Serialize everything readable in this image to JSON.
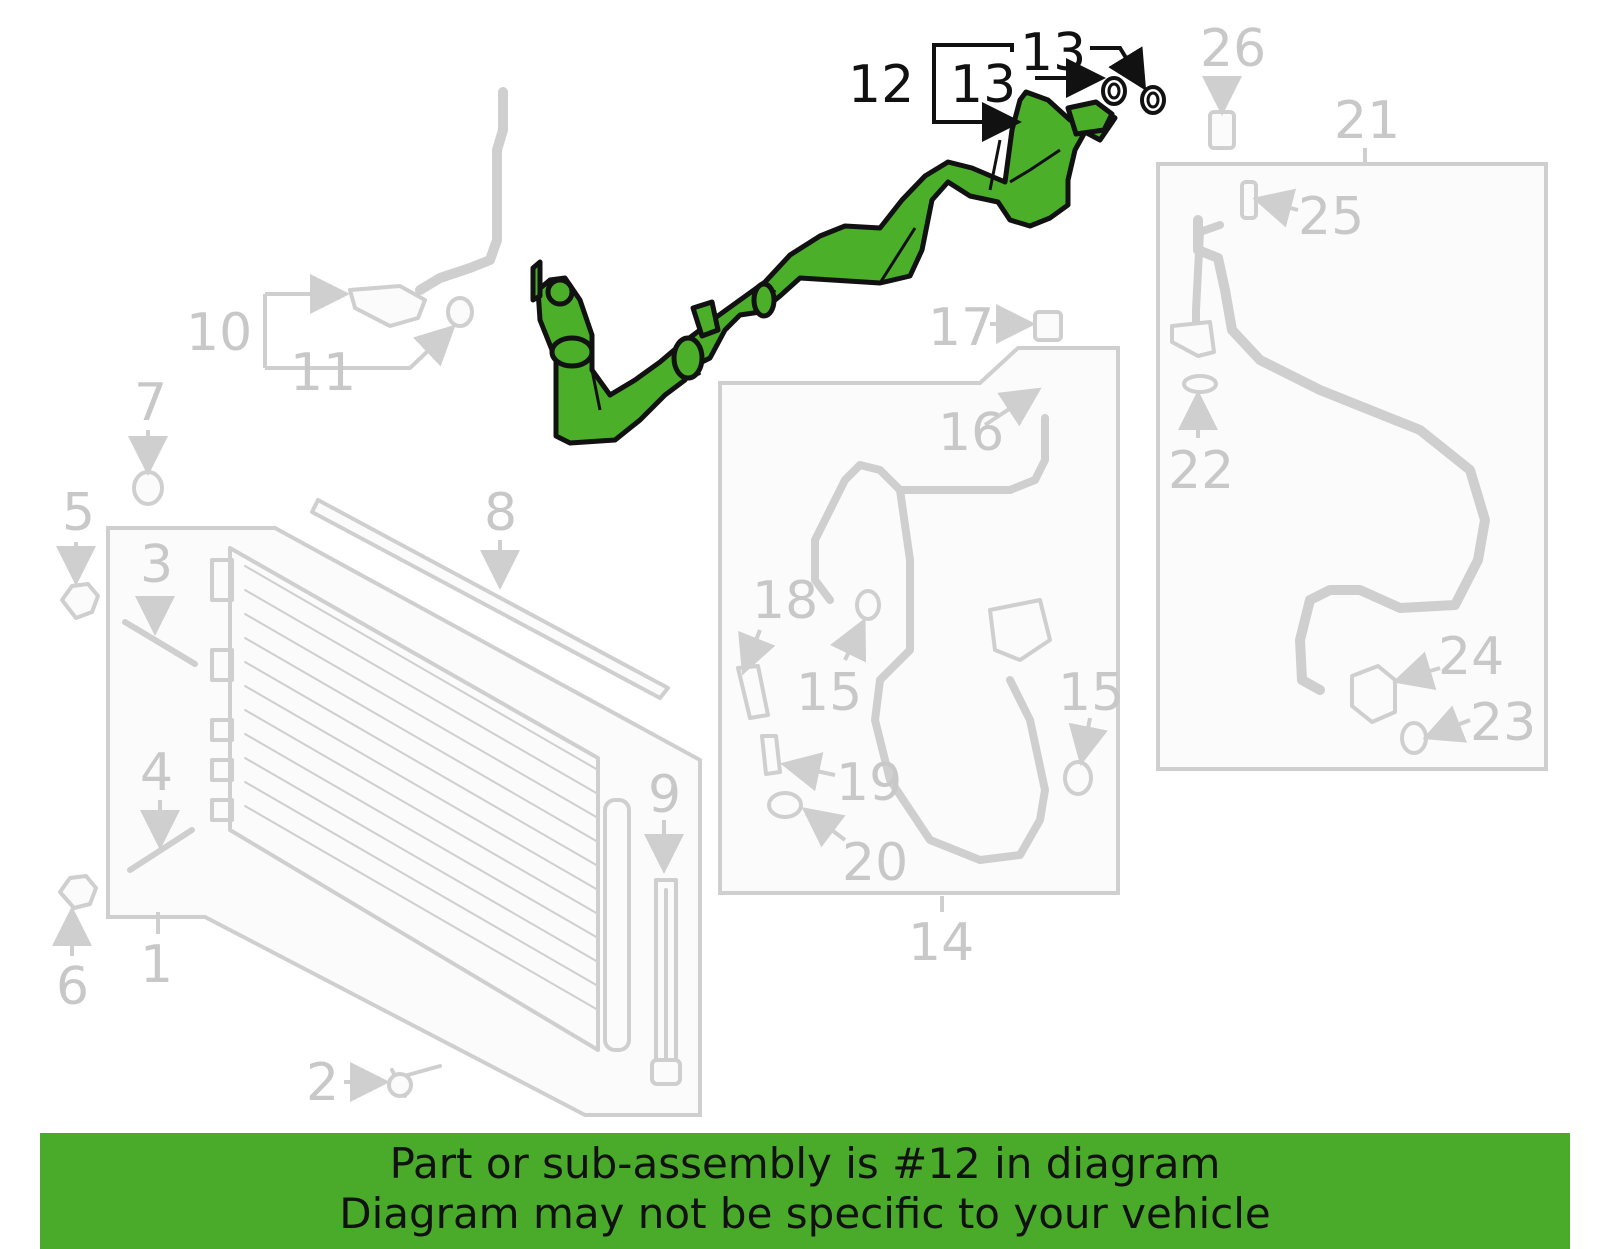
{
  "callouts": [
    "1",
    "2",
    "3",
    "4",
    "5",
    "6",
    "7",
    "8",
    "9",
    "10",
    "11",
    "12",
    "13",
    "13",
    "14",
    "15",
    "15",
    "16",
    "17",
    "18",
    "19",
    "20",
    "21",
    "22",
    "23",
    "24",
    "25",
    "26"
  ],
  "highlight": {
    "part": "12",
    "color": "#4caf2a"
  },
  "banner": {
    "line1": "Part or sub-assembly is #12 in diagram",
    "line2": "Diagram may not be specific to your vehicle",
    "color": "#4aaa2a"
  }
}
